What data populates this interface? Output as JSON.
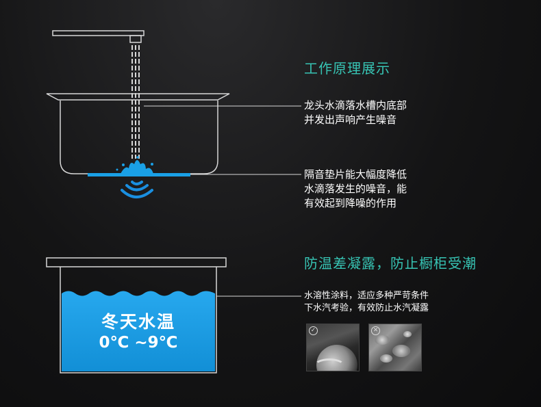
{
  "section1": {
    "heading": "工作原理展示",
    "note1": {
      "line1": "龙头水滴落水槽内底部",
      "line2": "并发出声响产生噪音"
    },
    "note2": {
      "line1": "隔音垫片能大幅度降低",
      "line2": "水滴落发生的噪音，能",
      "line3": "有效起到降噪的作用"
    }
  },
  "section2": {
    "heading": "防温差凝露，防止橱柜受潮",
    "note": {
      "line1": "水溶性涂料，适应多种严苛条件",
      "line2": "下水汽考验，有效防止水汽凝露"
    },
    "basin": {
      "title": "冬天水温",
      "range": "0℃ ~9℃"
    },
    "photos": [
      {
        "icon": "check-icon",
        "label_mark": "✓"
      },
      {
        "icon": "cross-icon",
        "label_mark": "✕"
      }
    ]
  },
  "colors": {
    "accent": "#37c4b4",
    "water": "#1aa0e6",
    "sound_waves": "#1a8fe0",
    "outline": "#d8d8d8"
  }
}
